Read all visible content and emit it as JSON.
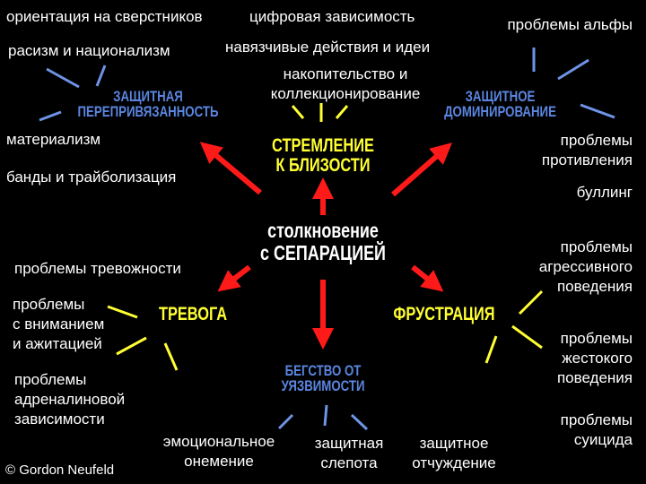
{
  "colors": {
    "background": "#000000",
    "arrow": "#ff1a1a",
    "yellow": "#ffff33",
    "blue": "#5b86e0",
    "text": "#ffffff"
  },
  "center": {
    "label": "столкновение\nс СЕПАРАЦИЕЙ"
  },
  "nodes": {
    "closeness": "СТРЕМЛЕНИЕ\nК БЛИЗОСТИ",
    "defensive_detachment": "ЗАЩИТНАЯ\nПЕРЕПРИВЯЗАННОСТЬ",
    "defensive_dominance": "ЗАЩИТНОЕ\nДОМИНИРОВАНИЕ",
    "anxiety": "ТРЕВОГА",
    "frustration": "ФРУСТРАЦИЯ",
    "flight": "БЕГСТВО ОТ\nУЯЗВИМОСТИ"
  },
  "labels": {
    "peer_orientation": "ориентация на сверстников",
    "racism": "расизм и национализм",
    "materialism": "материализм",
    "gangs": "банды и трайболизация",
    "digital": "цифровая зависимость",
    "obsessive": "навязчивые действия и идеи",
    "hoarding": "накопительство и\nколлекционирование",
    "alpha": "проблемы альфы",
    "opposition": "проблемы\nпротивления",
    "bullying": "буллинг",
    "anxiety_problems": "проблемы тревожности",
    "attention": "проблемы\nс вниманием\nи ажитацией",
    "adrenaline": "проблемы\nадреналиновой\nзависимости",
    "aggression": "проблемы\nагрессивного\nповедения",
    "violence": "проблемы\nжестокого\nповедения",
    "suicide": "проблемы\nсуицида",
    "numbness": "эмоциональное\nонемение",
    "blindness": "защитная\nслепота",
    "alienation": "защитное\nотчуждение"
  },
  "credit": "© Gordon Neufeld"
}
